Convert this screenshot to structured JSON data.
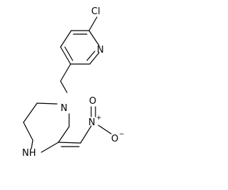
{
  "molecule": {
    "atoms": {
      "cl": "Cl",
      "n_pyridine": "N",
      "n_ring_upper": "N",
      "nh": "NH",
      "n_nitro": "N",
      "n_nitro_charge": "+",
      "o_top": "O",
      "o_right": "O",
      "o_right_charge": "−"
    },
    "colors": {
      "bond": "#000000",
      "label": "#000000",
      "background": "#ffffff"
    }
  }
}
